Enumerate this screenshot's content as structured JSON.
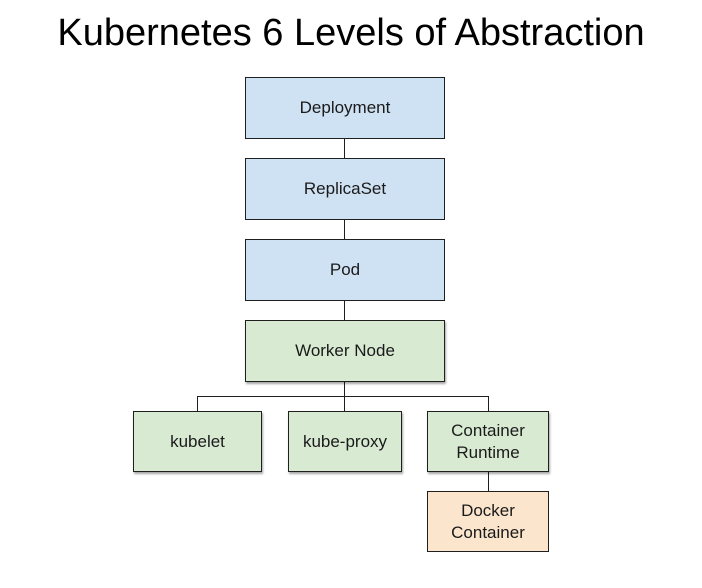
{
  "title": "Kubernetes 6 Levels of Abstraction",
  "nodes": {
    "deployment": {
      "label": "Deployment",
      "color": "#cfe2f3"
    },
    "replicaset": {
      "label": "ReplicaSet",
      "color": "#cfe2f3"
    },
    "pod": {
      "label": "Pod",
      "color": "#cfe2f3"
    },
    "worker_node": {
      "label": "Worker Node",
      "color": "#d9ead3"
    },
    "kubelet": {
      "label": "kubelet",
      "color": "#d9ead3"
    },
    "kube_proxy": {
      "label": "kube-proxy",
      "color": "#d9ead3"
    },
    "container_runtime": {
      "label": "Container Runtime",
      "line1": "Container",
      "line2": "Runtime",
      "color": "#d9ead3"
    },
    "docker_container": {
      "label": "Docker Container",
      "line1": "Docker",
      "line2": "Container",
      "color": "#fce5cd"
    }
  },
  "edges": [
    [
      "Deployment",
      "ReplicaSet"
    ],
    [
      "ReplicaSet",
      "Pod"
    ],
    [
      "Pod",
      "Worker Node"
    ],
    [
      "Worker Node",
      "kubelet"
    ],
    [
      "Worker Node",
      "kube-proxy"
    ],
    [
      "Worker Node",
      "Container Runtime"
    ],
    [
      "Container Runtime",
      "Docker Container"
    ]
  ]
}
